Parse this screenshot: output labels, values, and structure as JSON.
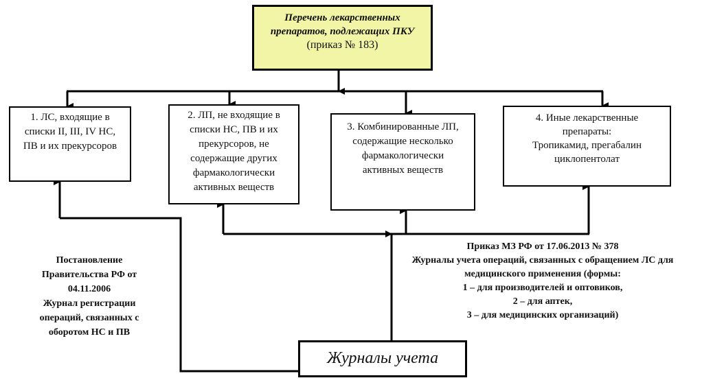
{
  "diagram": {
    "top_box": {
      "title_line1": "Перечень лекарственных",
      "title_line2": "препаратов, подлежащих ПКУ",
      "subtitle": "(приказ № 183)",
      "fill_color": "#f2f5a6"
    },
    "categories": [
      {
        "lines": [
          "1. ЛС, входящие в",
          "списки  II, III, IV НС,",
          "ПВ и их прекурсоров"
        ]
      },
      {
        "lines": [
          "2. ЛП, не входящие в",
          "списки НС, ПВ и их",
          "прекурсоров, не",
          "содержащие других",
          "фармакологически",
          "активных веществ"
        ]
      },
      {
        "lines": [
          "3. Комбинированные ЛП,",
          "содержащие несколько",
          "фармакологически",
          "активных веществ"
        ]
      },
      {
        "lines": [
          "4. Иные лекарственные",
          "препараты:",
          "Тропикамид, прегабалин",
          "циклопентолат"
        ]
      }
    ],
    "left_note": {
      "lines": [
        "Постановление",
        "Правительства РФ от",
        "04.11.2006",
        "Журнал регистрации",
        "операций, связанных с",
        "оборотом НС и ПВ"
      ]
    },
    "right_note": {
      "lines": [
        "Приказ МЗ РФ от 17.06.2013 № 378",
        "Журналы учета операций, связанных с обращением ЛС для",
        "медицинского применения (формы:",
        "1 – для производителей и оптовиков,",
        "2 – для аптек,",
        "3 – для медицинских организаций)"
      ]
    },
    "bottom_box": {
      "label": "Журналы учета"
    }
  }
}
